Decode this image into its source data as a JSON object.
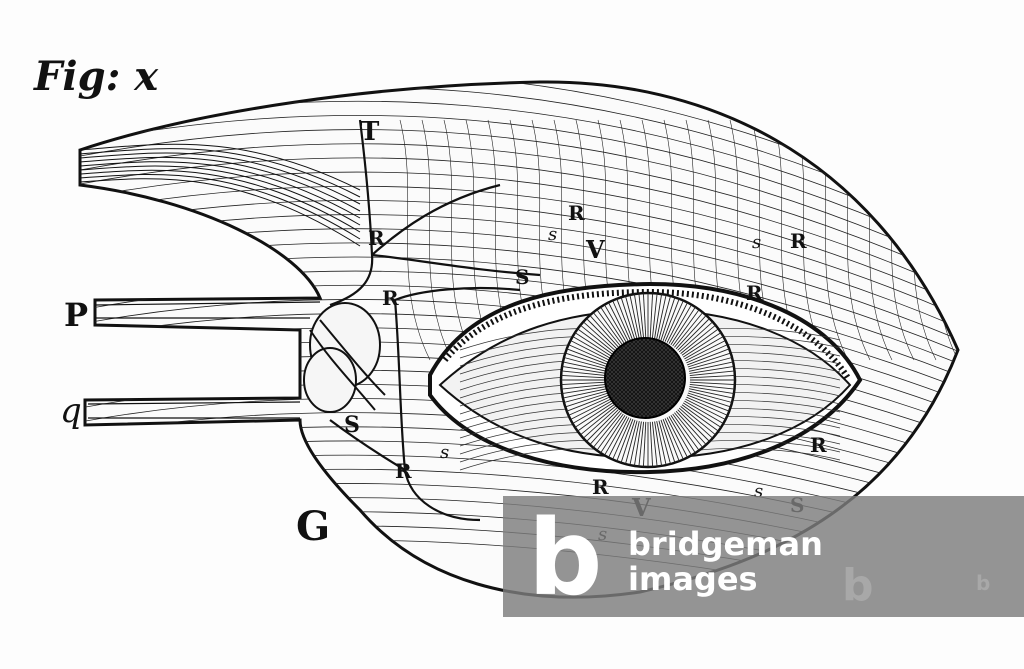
{
  "figure": {
    "title": "Fig: x",
    "labels": {
      "T": "T",
      "R": "R",
      "S": "S",
      "s": "s",
      "V": "V",
      "P": "P",
      "q": "q",
      "G": "G"
    }
  },
  "watermark": {
    "line1": "bridgeman",
    "line2": "images",
    "logo_letter": "b"
  },
  "colors": {
    "ink": "#111111",
    "paper": "#fdfdfd",
    "watermark_panel": "#8a8a8a"
  }
}
